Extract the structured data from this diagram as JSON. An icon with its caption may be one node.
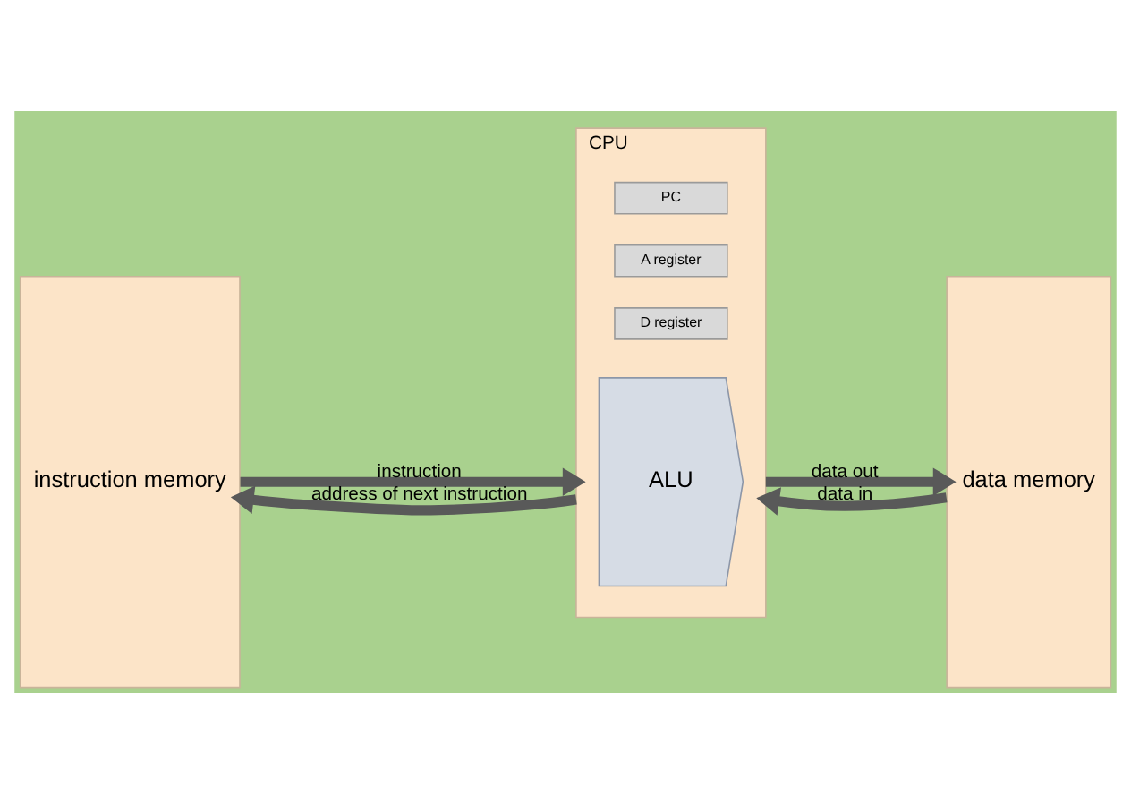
{
  "diagram": {
    "nodes": [
      {
        "text": [
          "instruction memory"
        ]
      },
      {
        "text": [
          "CPU"
        ]
      },
      {
        "text": [
          "ALU"
        ],
        "in": 1
      },
      {
        "text": [
          "D register"
        ],
        "in": 1
      },
      {
        "text": [
          "A register"
        ],
        "in": 1
      },
      {
        "text": [
          "PC"
        ],
        "in": 1
      },
      {
        "text": [
          "data memory"
        ]
      }
    ],
    "edges": [
      {
        "from": 0,
        "to": 1,
        "arrow": "to",
        "label": "instruction"
      },
      {
        "from": 1,
        "to": 0,
        "arrow": "to",
        "label": "address of next instruction"
      },
      {
        "from": 1,
        "to": 6,
        "arrow": "to",
        "label": "data out"
      },
      {
        "from": 6,
        "to": 1,
        "arrow": "to",
        "label": "data in"
      }
    ]
  }
}
